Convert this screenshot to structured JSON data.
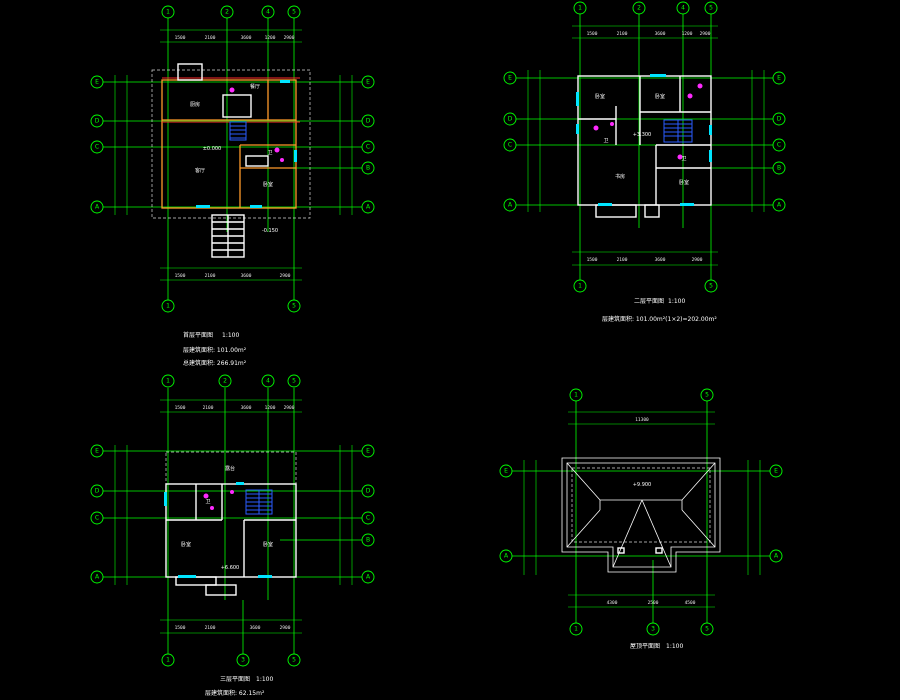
{
  "drawing": {
    "background": "#000000",
    "colors": {
      "axis": "#00ff00",
      "wall": "#ffffff",
      "wall_alt": "#ff9a2a",
      "accent": "#00e5ff",
      "stair": "#2a5cff",
      "fixture": "#ff2aff",
      "line_red": "#ff2a2a"
    }
  },
  "plans": [
    {
      "id": "plan-1",
      "title": "首层平面图",
      "scale": "1:100",
      "notes": [
        "层建筑面积: 101.00m²",
        "总建筑面积: 266.91m²"
      ],
      "grid_top": [
        "1",
        "2",
        "4",
        "5"
      ],
      "grid_bottom": [
        "1",
        "5"
      ],
      "grid_left": [
        "E",
        "D",
        "C",
        "A"
      ],
      "grid_right": [
        "E",
        "D",
        "C",
        "B",
        "A"
      ],
      "room_labels": [
        "厨房",
        "餐厅",
        "客厅",
        "卫",
        "卧室"
      ],
      "elevation_labels": [
        "±0.000",
        "-0.150"
      ],
      "dims_top": [
        "1500",
        "2100",
        "3600",
        "1200",
        "2900"
      ],
      "dims_bottom": [
        "1500",
        "2100",
        "3600",
        "2900"
      ]
    },
    {
      "id": "plan-2",
      "title": "二层平面图",
      "scale": "1:100",
      "notes": [
        "层建筑面积: 101.00m²(1×2)=202.00m²"
      ],
      "grid_top": [
        "1",
        "2",
        "4",
        "5"
      ],
      "grid_bottom": [
        "1",
        "5"
      ],
      "grid_left": [
        "E",
        "D",
        "C",
        "A"
      ],
      "grid_right": [
        "E",
        "D",
        "C",
        "B",
        "A"
      ],
      "room_labels": [
        "卧室",
        "卧室",
        "卫",
        "书房",
        "卧室",
        "卫"
      ],
      "elevation_labels": [
        "+3.300"
      ],
      "dims_top": [
        "1500",
        "2100",
        "3600",
        "1200",
        "2900"
      ],
      "dims_bottom": [
        "1500",
        "2100",
        "3600",
        "2900"
      ]
    },
    {
      "id": "plan-3",
      "title": "三层平面图",
      "scale": "1:100",
      "notes": [
        "层建筑面积: 62.15m²"
      ],
      "grid_top": [
        "1",
        "2",
        "4",
        "5"
      ],
      "grid_bottom": [
        "1",
        "3",
        "5"
      ],
      "grid_left": [
        "E",
        "D",
        "C",
        "A"
      ],
      "grid_right": [
        "E",
        "D",
        "C",
        "B",
        "A"
      ],
      "room_labels": [
        "露台",
        "卧室",
        "卫",
        "卧室"
      ],
      "elevation_labels": [
        "+6.600"
      ],
      "dims_top": [
        "1500",
        "2100",
        "3600",
        "1200",
        "2900"
      ],
      "dims_bottom": [
        "1500",
        "2100",
        "3600",
        "2900"
      ]
    },
    {
      "id": "plan-4",
      "title": "屋顶平面图",
      "scale": "1:100",
      "notes": [],
      "grid_top": [
        "1",
        "5"
      ],
      "grid_bottom": [
        "1",
        "3",
        "5"
      ],
      "grid_left": [
        "E",
        "A"
      ],
      "grid_right": [
        "E",
        "A"
      ],
      "room_labels": [],
      "elevation_labels": [
        "+9.900"
      ],
      "dims_top": [
        "11300"
      ],
      "dims_bottom": [
        "4300",
        "2500",
        "4500"
      ]
    }
  ]
}
